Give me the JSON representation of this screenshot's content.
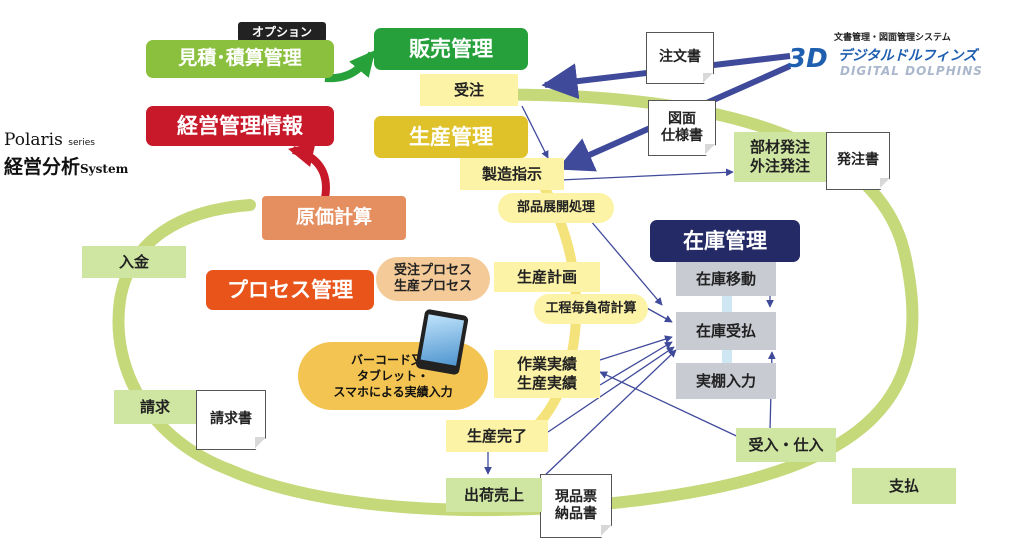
{
  "colors": {
    "cycle_ring": "#c5d97a",
    "blue_arrow": "#3f4a9a",
    "sales_green": "#25a03a",
    "estimate_green": "#8bbf3e",
    "mgmt_red": "#c8192b",
    "production_yellow": "#dfc12a",
    "process_orange": "#e8541a",
    "inventory_navy": "#232a66",
    "cost_salmon": "#e58f60"
  },
  "top": {
    "option_label": "オプション",
    "estimate": "見積･積算管理",
    "sales": "販売管理",
    "order": "受注"
  },
  "management": {
    "info": "経営管理情報",
    "cost": "原価計算"
  },
  "polaris": {
    "name": "Polaris",
    "series": "series",
    "main": "経営分析",
    "system": "System"
  },
  "production": {
    "title": "生産管理",
    "manufacturing_instruction": "製造指示",
    "parts_expansion": "部品展開処理",
    "plan": "生産計画",
    "load_calc": "工程毎負荷計算",
    "actual_work": "作業実績",
    "actual_production": "生産実績",
    "completion": "生産完了"
  },
  "process": {
    "title": "プロセス管理",
    "order_process": "受注プロセス",
    "production_process": "生産プロセス"
  },
  "input_note": {
    "line1": "バーコード又は",
    "line2": "タブレット・",
    "line3": "スマホによる実績入力"
  },
  "purchasing": {
    "parts_order": "部材発注",
    "outsource_order": "外注発注",
    "po_doc": "発注書"
  },
  "inventory": {
    "title": "在庫管理",
    "move": "在庫移動",
    "receipt_issue": "在庫受払",
    "stocktake": "実棚入力"
  },
  "documents": {
    "order_form": "注文書",
    "drawing": "図面",
    "spec": "仕様書",
    "invoice": "請求書",
    "product_slip": "現品票",
    "delivery_note": "納品書"
  },
  "cycle": {
    "payment_in": "入金",
    "billing": "請求",
    "shipping_sales": "出荷売上",
    "receiving_purchase": "受入・仕入",
    "payment_out": "支払"
  },
  "logo": {
    "caption": "文書管理・図面管理システム",
    "mark": "3D",
    "katakana": "デジタルドルフィンズ",
    "english": "DIGITAL DOLPHINS"
  }
}
